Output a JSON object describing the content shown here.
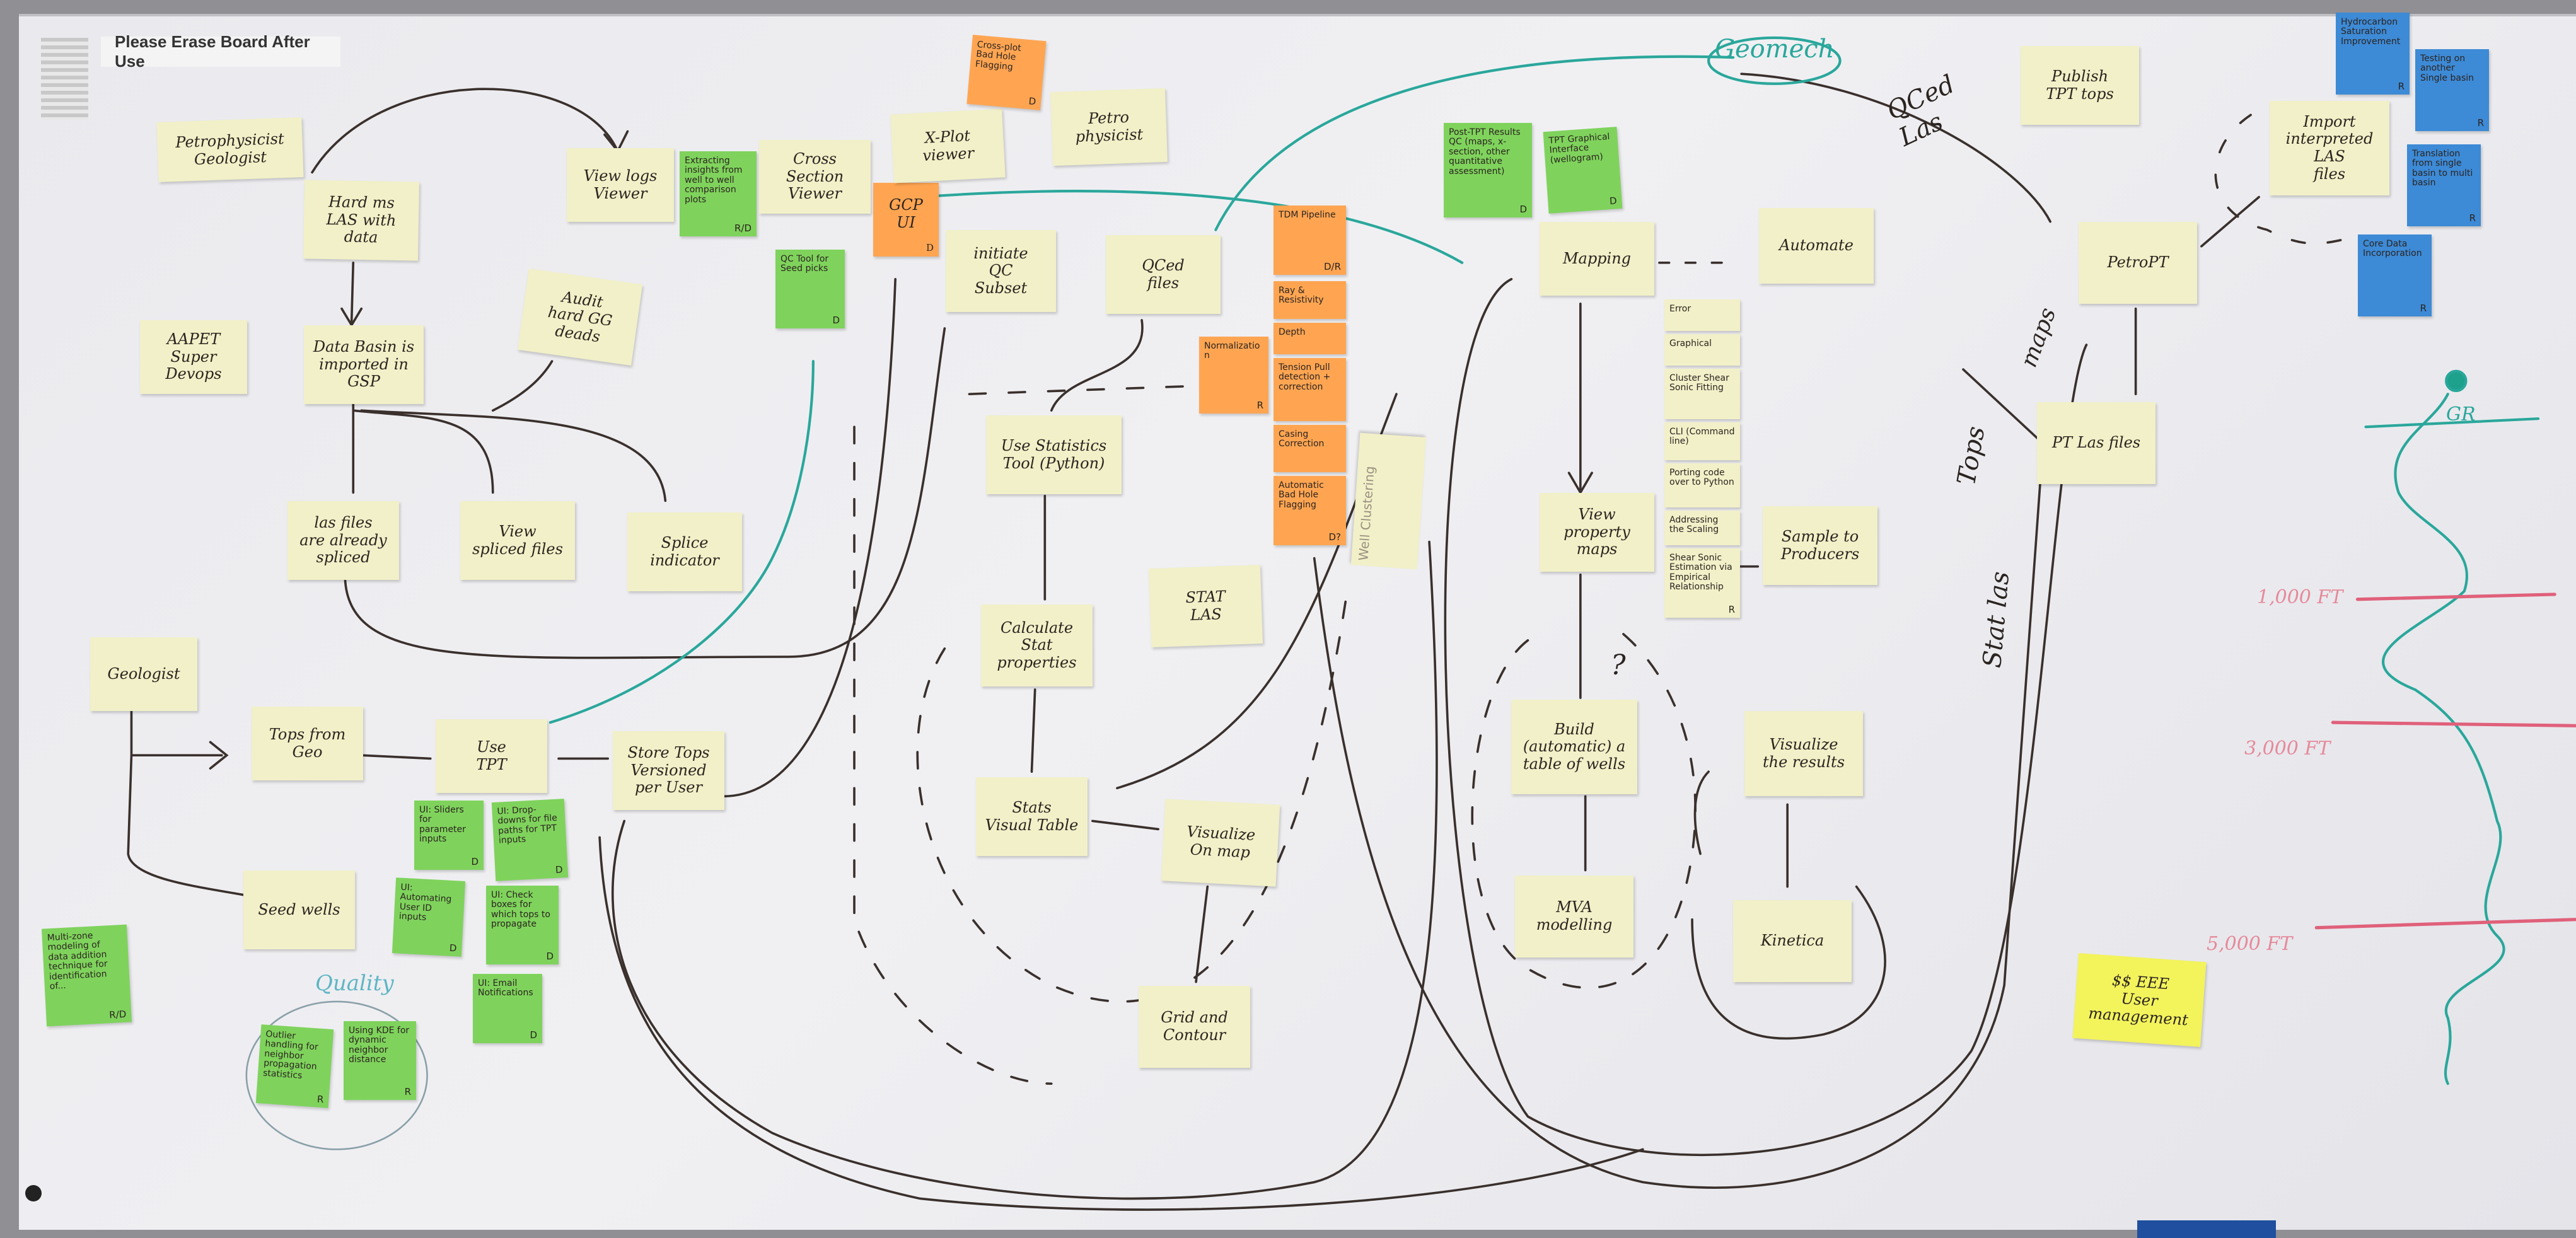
{
  "sign": {
    "text": "Please Erase Board After Use"
  },
  "colors": {
    "pale": "#f1f0c8",
    "green": "#7fd35c",
    "orange": "#ffa552",
    "blue": "#3d8ad6",
    "bright": "#f3f35c",
    "ink": "#2b2420",
    "teal": "#2aa79b",
    "pink": "#e0607a"
  },
  "notes": [
    {
      "text": "Petrophysicist\nGeologist",
      "color": "pale"
    },
    {
      "text": "Hard ms\nLAS with data",
      "color": "pale"
    },
    {
      "text": "View logs\nViewer",
      "color": "pale"
    },
    {
      "text": "Extracting insights from well to well comparison plots",
      "color": "green",
      "tag": "R/D"
    },
    {
      "text": "Cross Section\nViewer",
      "color": "pale"
    },
    {
      "text": "GCP UI",
      "color": "orange",
      "tag": "D"
    },
    {
      "text": "X-Plot\nviewer",
      "color": "pale"
    },
    {
      "text": "Cross-plot Bad Hole Flagging",
      "color": "orange",
      "tag": "D"
    },
    {
      "text": "Petro\nphysicist",
      "color": "pale"
    },
    {
      "text": "QC Tool for Seed picks",
      "color": "green",
      "tag": "D"
    },
    {
      "text": "initiate\nQC\nSubset",
      "color": "pale"
    },
    {
      "text": "QCed\nfiles",
      "color": "pale"
    },
    {
      "text": "TDM Pipeline",
      "color": "orange",
      "tag": "D/R"
    },
    {
      "text": "Ray & Resistivity",
      "color": "orange"
    },
    {
      "text": "Depth",
      "color": "orange"
    },
    {
      "text": "Tension Pull detection + correction",
      "color": "orange"
    },
    {
      "text": "Casing Correction",
      "color": "orange"
    },
    {
      "text": "Automatic Bad Hole Flagging",
      "color": "orange",
      "tag": "D?"
    },
    {
      "text": "Normalization",
      "color": "orange",
      "tag": "R"
    },
    {
      "text": "Well Clustering",
      "color": "pale"
    },
    {
      "text": "Use Statistics\nTool (Python)",
      "color": "pale"
    },
    {
      "text": "Calculate Stat\nproperties",
      "color": "pale"
    },
    {
      "text": "STAT\nLAS",
      "color": "pale"
    },
    {
      "text": "Stats\nVisual Table",
      "color": "pale"
    },
    {
      "text": "Visualize\nOn map",
      "color": "pale"
    },
    {
      "text": "Grid and\nContour",
      "color": "pale"
    },
    {
      "text": "Post-TPT Results QC (maps, x-section, other quantitative assessment)",
      "color": "green",
      "tag": "D"
    },
    {
      "text": "TPT Graphical Interface (wellogram)",
      "color": "green",
      "tag": "D"
    },
    {
      "text": "Mapping",
      "color": "pale"
    },
    {
      "text": "Automate",
      "color": "pale"
    },
    {
      "text": "Error",
      "color": "pale"
    },
    {
      "text": "Graphical",
      "color": "pale"
    },
    {
      "text": "Cluster Shear Sonic Fitting",
      "color": "pale"
    },
    {
      "text": "CLI (Command line)",
      "color": "pale"
    },
    {
      "text": "Porting code over to Python",
      "color": "pale"
    },
    {
      "text": "Addressing the Scaling",
      "color": "pale"
    },
    {
      "text": "Shear Sonic Estimation via Empirical Relationship",
      "color": "pale",
      "tag": "R"
    },
    {
      "text": "View\nproperty maps",
      "color": "pale"
    },
    {
      "text": "Sample to\nProducers",
      "color": "pale"
    },
    {
      "text": "Build (automatic) a\ntable of wells",
      "color": "pale"
    },
    {
      "text": "MVA modelling",
      "color": "pale"
    },
    {
      "text": "Visualize\nthe results",
      "color": "pale"
    },
    {
      "text": "Kinetica",
      "color": "pale"
    },
    {
      "text": "Geologist",
      "color": "pale"
    },
    {
      "text": "AAPET Super\nDevops",
      "color": "pale"
    },
    {
      "text": "Data Basin is\nimported in GSP",
      "color": "pale"
    },
    {
      "text": "Audit\nhard GG deads",
      "color": "pale"
    },
    {
      "text": "las files\nare already spliced",
      "color": "pale"
    },
    {
      "text": "View\nspliced files",
      "color": "pale"
    },
    {
      "text": "Splice\nindicator",
      "color": "pale"
    },
    {
      "text": "Tops from\nGeo",
      "color": "pale"
    },
    {
      "text": "Use\nTPT",
      "color": "pale"
    },
    {
      "text": "Store Tops\nVersioned per User",
      "color": "pale"
    },
    {
      "text": "Seed wells",
      "color": "pale"
    },
    {
      "text": "UI: Sliders for parameter inputs",
      "color": "green",
      "tag": "D"
    },
    {
      "text": "UI: Drop-downs for file paths for TPT inputs",
      "color": "green",
      "tag": "D"
    },
    {
      "text": "UI: Automating User ID inputs",
      "color": "green",
      "tag": "D"
    },
    {
      "text": "UI: Check boxes for which tops to propagate",
      "color": "green",
      "tag": "D"
    },
    {
      "text": "UI: Email Notifications",
      "color": "green",
      "tag": "D"
    },
    {
      "text": "Multi-zone modeling of data addition technique for identification of...",
      "color": "green",
      "tag": "R/D"
    },
    {
      "text": "Outlier handling for neighbor propagation statistics",
      "color": "green",
      "tag": "R"
    },
    {
      "text": "Using KDE for dynamic neighbor distance",
      "color": "green",
      "tag": "R"
    },
    {
      "text": "Publish\nTPT tops",
      "color": "pale"
    },
    {
      "text": "Import interpreted LAS\nfiles",
      "color": "pale"
    },
    {
      "text": "PetroPT",
      "color": "pale"
    },
    {
      "text": "PT Las files",
      "color": "pale"
    },
    {
      "text": "Hydrocarbon Saturation Improvement",
      "color": "blue",
      "tag": "R"
    },
    {
      "text": "Testing on another Single basin",
      "color": "blue",
      "tag": "R"
    },
    {
      "text": "Translation from single basin to multi basin",
      "color": "blue",
      "tag": "R"
    },
    {
      "text": "Core Data Incorporation",
      "color": "blue",
      "tag": "R"
    },
    {
      "text": "$$        EEE\nUser management",
      "color": "bright"
    }
  ],
  "labels": {
    "geomech": "Geomech",
    "qced_las": "QCed\nLas",
    "tops": "Tops",
    "maps": "maps",
    "stat_las": "Stat las",
    "question": "?",
    "quality": "Quality",
    "gr": "GR",
    "depth_1000": "1,000 FT",
    "depth_3000": "3,000 FT",
    "depth_5000": "5,000 FT"
  }
}
